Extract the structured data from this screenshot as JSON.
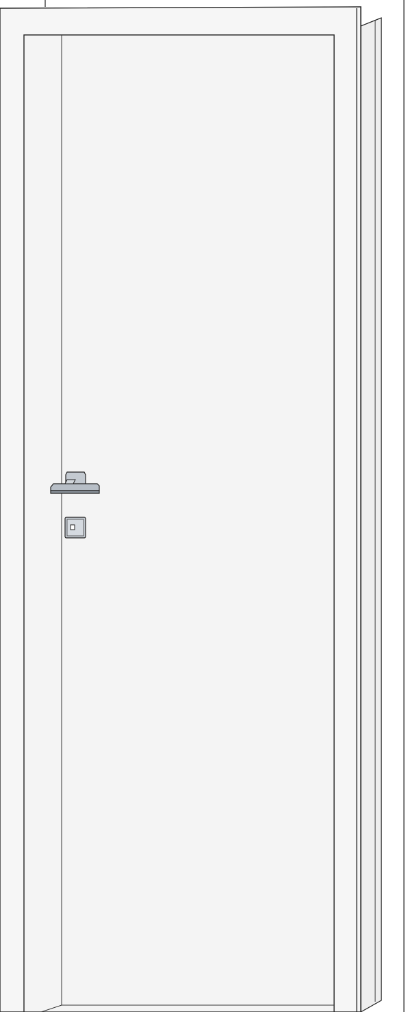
{
  "scene": {
    "subject": "interior-door",
    "colors": {
      "background": "#ffffff",
      "door_surface": "#f4f4f4",
      "frame": "#f6f6f6",
      "frame_side": "#eeeeee",
      "outline": "#222222",
      "hardware": "#b7bec6",
      "hardware_dark": "#8c949c"
    },
    "parts": [
      "door-frame",
      "door-leaf",
      "lever-handle",
      "key-rosette"
    ]
  }
}
